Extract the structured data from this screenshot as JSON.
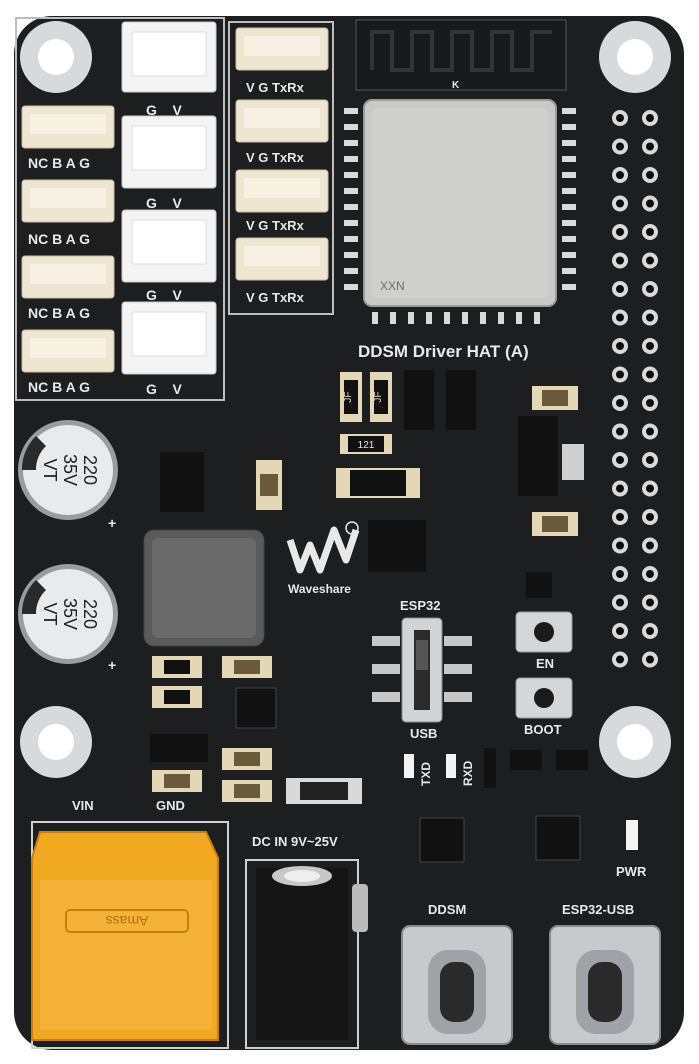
{
  "board": {
    "title": "DDSM Driver HAT (A)",
    "brand": "Waveshare",
    "brand_mark": "WS",
    "colors": {
      "pcb": "#1d1e20",
      "silkscreen": "#e8e8e8",
      "connector": "#efe6d2",
      "header_pin": "#d9d9d9",
      "xt60": "#f2a922",
      "module": "#c9c9c7"
    }
  },
  "left_connectors": {
    "nc_rows": [
      "NC B A G",
      "NC B A G",
      "NC B A G",
      "NC B A G"
    ],
    "gv_rows": [
      "G    V",
      "G    V",
      "G    V",
      "G    V"
    ]
  },
  "uart_connectors": {
    "rows": [
      "V G TxRx",
      "V G TxRx",
      "V G TxRx",
      "V G TxRx"
    ]
  },
  "module": {
    "label": "XXN",
    "antenna_mark": "K"
  },
  "capacitors": [
    {
      "top": "220",
      "middle": "35V",
      "bottom": "VT"
    },
    {
      "top": "220",
      "middle": "35V",
      "bottom": "VT"
    }
  ],
  "plus_mark": "+",
  "small_labels": {
    "jf1": "JF",
    "jf2": "JF",
    "r121": "121"
  },
  "switch": {
    "top_label": "ESP32",
    "bottom_label": "USB"
  },
  "buttons": {
    "en": "EN",
    "boot": "BOOT"
  },
  "leds": {
    "txd": "TXD",
    "rxd": "RXD",
    "pwr": "PWR"
  },
  "power": {
    "vin": "VIN",
    "gnd": "GND",
    "dc_in": "DC IN 9V~25V",
    "xt60_brand": "Amass"
  },
  "usb_ports": {
    "ddsm": "DDSM",
    "esp32": "ESP32-USB"
  }
}
